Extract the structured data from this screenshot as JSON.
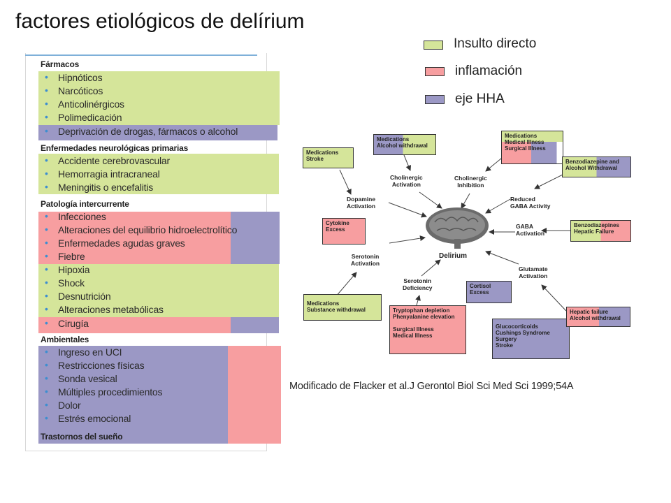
{
  "title": "factores etiológicos de delírium",
  "legend": [
    {
      "label": "Insulto directo",
      "color": "#d5e59a"
    },
    {
      "label": "inflamación",
      "color": "#f79ea0"
    },
    {
      "label": "eje HHA",
      "color": "#9b98c5"
    }
  ],
  "left_panel": {
    "sections": {
      "farmacos": "Fármacos",
      "neuro": "Enfermedades neurológicas primarias",
      "intercurrente": "Patología intercurrente",
      "ambientales": "Ambientales",
      "sueno": "Trastornos del sueño"
    },
    "items": [
      "Hipnóticos",
      "Narcóticos",
      "Anticolinérgicos",
      "Polimedicación",
      "Deprivación de drogas, fármacos o alcohol",
      "Accidente cerebrovascular",
      "Hemorragia intracraneal",
      "Meningitis o encefalitis",
      "Infecciones",
      "Alteraciones del equilibrio hidroelectrolítico",
      "Enfermedades agudas graves",
      "Fiebre",
      "Hipoxia",
      "Shock",
      "Desnutrición",
      "Alteraciones metabólicas",
      "Cirugía",
      "Ingreso en UCI",
      "Restricciones físicas",
      "Sonda vesical",
      "Múltiples procedimientos",
      "Dolor",
      "Estrés emocional"
    ]
  },
  "diagram": {
    "center": "Delirium",
    "pathways": {
      "cholinergic_activation": "Cholinergic\nActivation",
      "cholinergic_inhibition": "Cholinergic\nInhibition",
      "dopamine_activation": "Dopamine\nActivation",
      "reduced_gaba": "Reduced\nGABA Activity",
      "gaba_activation": "GABA\nActivation",
      "serotonin_activation": "Serotonin\nActivation",
      "serotonin_deficiency": "Serotonin\nDeficiency",
      "glutamate_activation": "Glutamate\nActivation"
    },
    "boxes": {
      "meds_alcohol": "Medications\nAlcohol withdrawal",
      "meds_stroke": "Medications\nStroke",
      "meds_medical": "Medications\nMedical Illness\nSurgical Illness",
      "benzo_alcohol": "Benzodiazepine and\nAlcohol Withdrawal",
      "benzo_hepatic": "Benzodiazepines\nHepatic Failure",
      "cytokine": "Cytokine\nExcess",
      "cortisol": "Cortisol\nExcess",
      "meds_substance": "Medications\nSubstance withdrawal",
      "tryptophan": "Tryptophan depletion\nPhenyalanine elevation\n\nSurgical Illness\nMedical Illness",
      "gluco": "Glucocorticoids\nCushings Syndrome\nSurgery\nStroke",
      "hepatic_alcohol": "Hepatic failure\nAlcohol withdrawal"
    }
  },
  "caption": "Modificado de Flacker et al.J Gerontol Biol Sci Med Sci 1999;54A"
}
